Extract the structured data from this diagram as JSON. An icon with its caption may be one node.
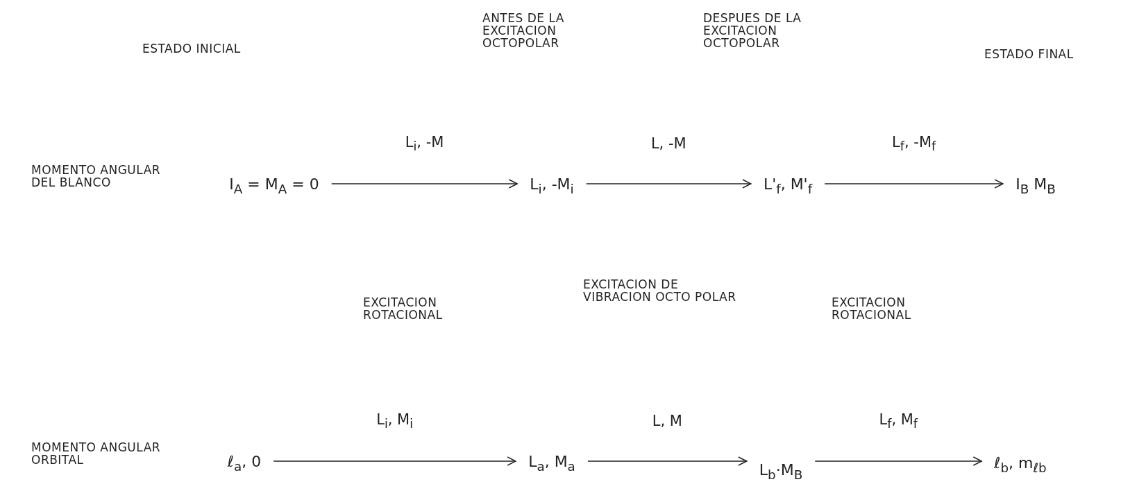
{
  "diagram": {
    "nodes": [
      {
        "text": [
          "I$_{A}$ = M$_{A}$ = 0"
        ]
      },
      {
        "text": [
          "L$_{i}$, -M$_{i}$"
        ]
      },
      {
        "text": [
          "L'$_{f}$, M'$_{f}$"
        ]
      },
      {
        "text": [
          "I$_{B}$ M$_{B}$"
        ]
      },
      {
        "text": [
          "ℓ$_{a}$, 0"
        ]
      },
      {
        "text": [
          "L$_{a}$, M$_{a}$"
        ]
      },
      {
        "text": [
          "L$_{b}$·M$_{B}$"
        ]
      },
      {
        "text": [
          "ℓ$_{b}$, m$_{ℓb}$"
        ]
      }
    ],
    "edges": [
      {
        "from": 0,
        "to": 1,
        "arrow": "to",
        "label": "L$_{i}$, -M"
      },
      {
        "from": 1,
        "to": 2,
        "arrow": "to",
        "label": "L, -M"
      },
      {
        "from": 2,
        "to": 3,
        "arrow": "to",
        "label": "L$_{f}$, -M$_{f}$"
      },
      {
        "from": 4,
        "to": 5,
        "arrow": "to",
        "label": "L$_{i}$, M$_{i}$"
      },
      {
        "from": 5,
        "to": 6,
        "arrow": "to",
        "label": "L, M"
      },
      {
        "from": 6,
        "to": 7,
        "arrow": "to",
        "label": "L$_{f}$, M$_{f}$"
      }
    ],
    "labels": [
      "ESTADO INICIAL",
      "ANTES DE LA EXCITACION OCTOPOLAR",
      "DESPUES DE LA EXCITACION OCTOPOLAR",
      "ESTADO FINAL",
      "MOMENTO ANGULAR DEL BLANCO",
      "EXCITACION ROTACIONAL",
      "EXCITACION DE VIBRACION OCTO POLAR",
      "EXCITACION ROTACIONAL",
      "MOMENTO ANGULAR ORBITAL"
    ]
  }
}
